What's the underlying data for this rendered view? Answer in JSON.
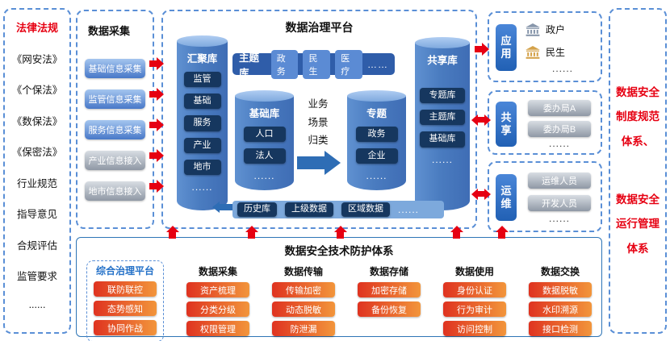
{
  "left_panel": {
    "title": "法律法规",
    "items": [
      "《网安法》",
      "《个保法》",
      "《数保法》",
      "《保密法》",
      "行业规范",
      "指导意见",
      "合规评估",
      "监管要求",
      "......"
    ]
  },
  "collection": {
    "title": "数据采集",
    "items": [
      "基础信息采集",
      "监管信息采集",
      "服务信息采集",
      "产业信息接入",
      "地市信息接入"
    ]
  },
  "platform": {
    "title": "数据治理平台",
    "huiju": {
      "label": "汇聚库",
      "items": [
        "监管",
        "基础",
        "服务",
        "产业",
        "地市",
        "......"
      ]
    },
    "zhuti": {
      "label": "主题库",
      "items": [
        "政务",
        "民生",
        "医疗"
      ],
      "more": "……"
    },
    "jichu": {
      "label": "基础库",
      "items": [
        "人口",
        "法人"
      ],
      "more": "......"
    },
    "scenario": "业务场景归类",
    "zhuanti": {
      "label": "专题",
      "items": [
        "政务",
        "企业"
      ],
      "more": "......"
    },
    "gongxiang": {
      "label": "共享库",
      "items": [
        "专题库",
        "主题库",
        "基础库"
      ],
      "more": "......"
    },
    "lishi": {
      "label": "历史库",
      "items": [
        "上级数据",
        "区域数据"
      ],
      "more": "......"
    }
  },
  "app_box": {
    "label": "应用",
    "items": [
      "政户",
      "民生"
    ],
    "more": "......"
  },
  "share_box": {
    "label": "共享",
    "items": [
      "委办局A",
      "委办局B"
    ],
    "more": "......"
  },
  "ops_box": {
    "label": "运维",
    "items": [
      "运维人员",
      "开发人员"
    ],
    "more": "......"
  },
  "right_panel": {
    "lines": [
      "数据安全",
      "制度规范",
      "体系、",
      "数据安全",
      "运行管理",
      "体系"
    ]
  },
  "security": {
    "title": "数据安全技术防护体系",
    "groups": [
      {
        "title": "综合治理平台",
        "items": [
          "联防联控",
          "态势感知",
          "协同作战"
        ]
      },
      {
        "title": "数据采集",
        "items": [
          "资产梳理",
          "分类分级",
          "权限管理"
        ]
      },
      {
        "title": "数据传输",
        "items": [
          "传输加密",
          "动态脱敏",
          "防泄漏"
        ]
      },
      {
        "title": "数据存储",
        "items": [
          "加密存储",
          "备份恢复"
        ]
      },
      {
        "title": "数据使用",
        "items": [
          "身份认证",
          "行为审计",
          "访问控制"
        ]
      },
      {
        "title": "数据交换",
        "items": [
          "数据脱敏",
          "水印溯源",
          "接口检测"
        ]
      }
    ]
  },
  "colors": {
    "accent_red": "#e60012",
    "blue": "#2e75b6",
    "navy": "#16375f",
    "cylinder_blue": "#4a7cc0",
    "gold_icon": "#d4a24a"
  }
}
